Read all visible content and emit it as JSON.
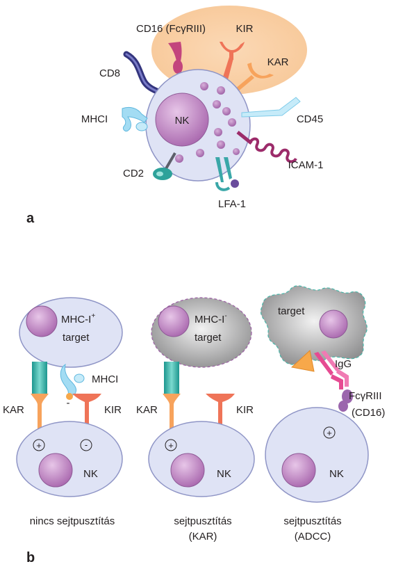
{
  "panel_a": {
    "letter": "a",
    "cell_label": "NK",
    "receptors": {
      "cd16": "CD16 (FcγRIII)",
      "kir": "KIR",
      "kar": "KAR",
      "cd8": "CD8",
      "mhci": "MHCI",
      "cd45": "CD45",
      "icam1": "ICAM-1",
      "cd2": "CD2",
      "lfa1": "LFA-1"
    }
  },
  "panel_b": {
    "letter": "b",
    "scenario1": {
      "target_line1": "MHC-I",
      "target_sup": "+",
      "target_line2": "target",
      "mhci": "MHCI",
      "kar": "KAR",
      "kir": "KIR",
      "minus": "-",
      "plus_sign": "+",
      "minus_sign": "-",
      "cell": "NK",
      "caption": "nincs sejtpusztítás"
    },
    "scenario2": {
      "target_line1": "MHC-I",
      "target_sup": "-",
      "target_line2": "target",
      "kar": "KAR",
      "kir": "KIR",
      "plus_sign": "+",
      "cell": "NK",
      "caption_line1": "sejtpusztítás",
      "caption_line2": "(KAR)"
    },
    "scenario3": {
      "target": "target",
      "igg": "IgG",
      "fc_line1": "FcγRIII",
      "fc_line2": "(CD16)",
      "plus_sign": "+",
      "cell": "NK",
      "caption_line1": "sejtpusztítás",
      "caption_line2": "(ADCC)"
    }
  },
  "colors": {
    "cell_fill": "#dfe3f5",
    "cell_stroke": "#8f95c6",
    "nucleus": "#b57cb9",
    "granule": "#b07ab6",
    "halo": "#f9d3ad",
    "kar": "#f7a35c",
    "kir": "#ef7458",
    "mhci": "#a3dcf3",
    "cd8": "#4a4b9a",
    "cd16": "#c3457d",
    "icam": "#9c2b6a",
    "cd2": "#2da29a",
    "lfa": "#3aa7a8",
    "kar_ligand": "#2bb5ac",
    "target_gray": "#9f9fa0",
    "igg": "#e64b92",
    "antigen": "#f7a84a"
  }
}
